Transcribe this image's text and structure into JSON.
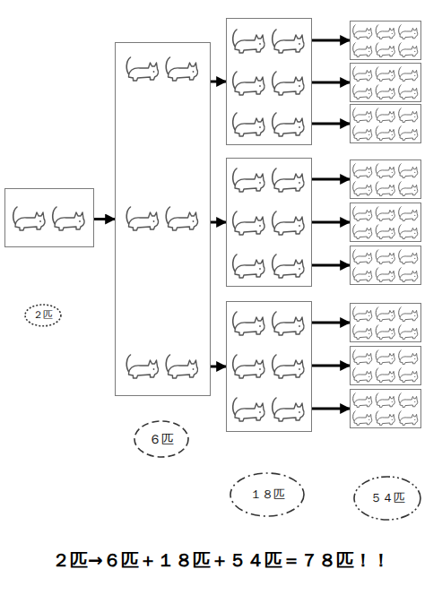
{
  "diagram": {
    "caption": "２匹→６匹＋１８匹＋５４匹＝７８匹！！",
    "nodes": [
      {
        "text": []
      },
      {
        "text": [
          "２匹"
        ]
      },
      {
        "text": []
      },
      {
        "text": [
          "６匹"
        ]
      },
      {
        "text": []
      },
      {
        "text": []
      },
      {
        "text": []
      },
      {
        "text": [
          "１８匹"
        ]
      },
      {
        "text": []
      },
      {
        "text": []
      },
      {
        "text": []
      },
      {
        "text": []
      },
      {
        "text": []
      },
      {
        "text": []
      },
      {
        "text": []
      },
      {
        "text": []
      },
      {
        "text": []
      },
      {
        "text": [
          "５４匹"
        ]
      }
    ],
    "edges": [
      {
        "from": 0,
        "to": 2,
        "arrow": "to"
      },
      {
        "from": 2,
        "to": 4,
        "arrow": "to"
      },
      {
        "from": 2,
        "to": 5,
        "arrow": "to"
      },
      {
        "from": 2,
        "to": 6,
        "arrow": "to"
      },
      {
        "from": 4,
        "to": 8,
        "arrow": "to"
      },
      {
        "from": 4,
        "to": 9,
        "arrow": "to"
      },
      {
        "from": 4,
        "to": 10,
        "arrow": "to"
      },
      {
        "from": 5,
        "to": 11,
        "arrow": "to"
      },
      {
        "from": 5,
        "to": 12,
        "arrow": "to"
      },
      {
        "from": 5,
        "to": 13,
        "arrow": "to"
      },
      {
        "from": 6,
        "to": 14,
        "arrow": "to"
      },
      {
        "from": 6,
        "to": 15,
        "arrow": "to"
      },
      {
        "from": 6,
        "to": 16,
        "arrow": "to"
      }
    ]
  }
}
